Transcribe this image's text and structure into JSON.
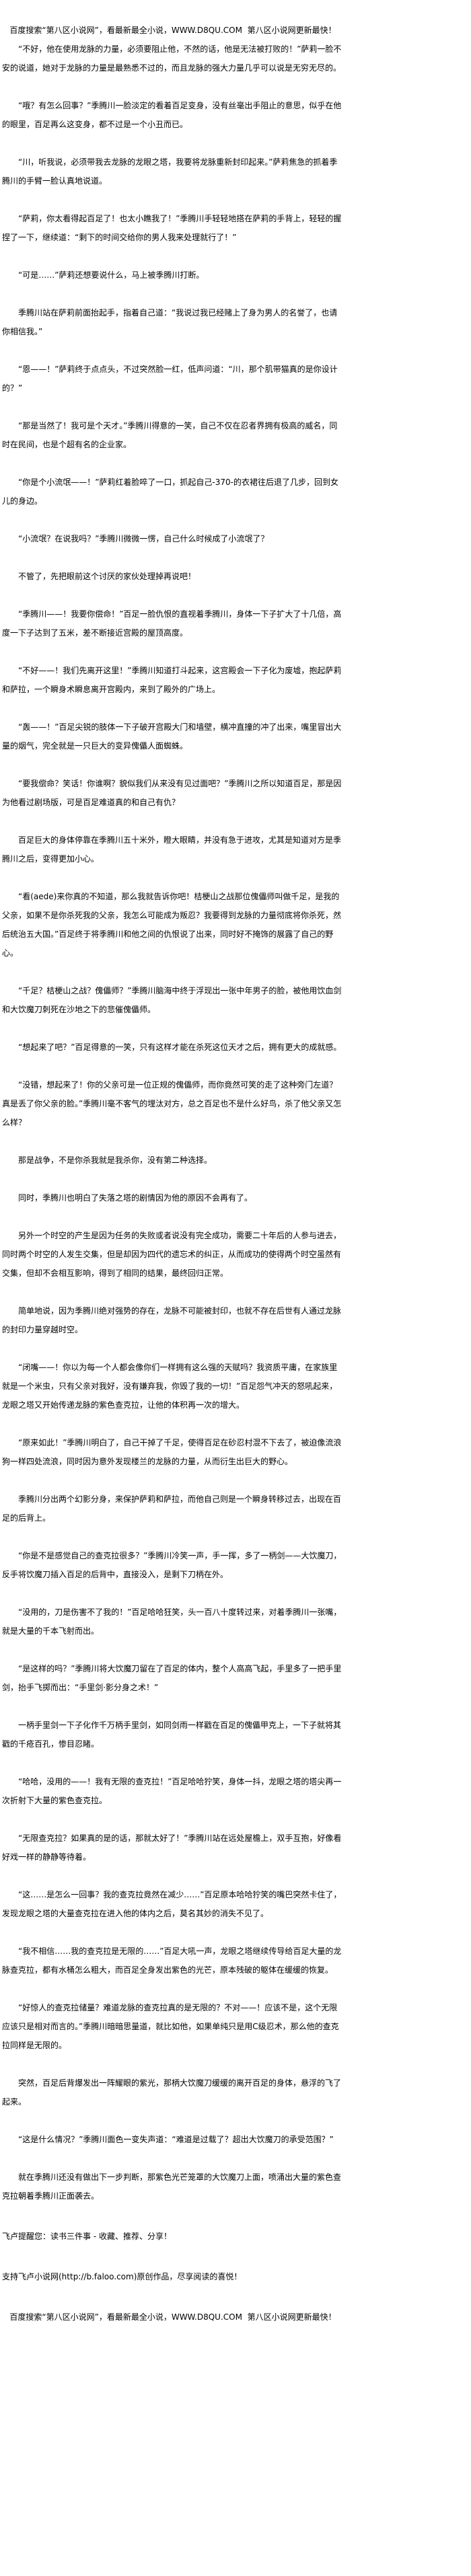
{
  "header": {
    "banner": "百度搜索“第八区小说网”，看最新最全小说，WWW.D8QU.COM  第八区小说网更新最快！"
  },
  "chapter": {
    "paragraphs": [
      "“不好，他在使用龙脉的力量，必须要阻止他，不然的话，他是无法被打败的！”萨莉一脸不安的说道，她对于龙脉的力量是最熟悉不过的，而且龙脉的强大力量几乎可以说是无穷无尽的。",
      "“哦？有怎么回事？”季腾川一脸淡定的看着百足变身，没有丝毫出手阻止的意思，似乎在他的眼里，百足再么这变身，都不过是一个小丑而已。",
      "“川，听我说，必须带我去龙脉的龙眼之塔，我要将龙脉重新封印起来。”萨莉焦急的抓着季腾川的手臂一脸认真地说道。",
      "“萨莉，你太看得起百足了！也太小瞧我了！”季腾川手轻轻地搭在萨莉的手背上，轻轻的握捏了一下，继续道：“剩下的时间交给你的男人我来处理就行了！”",
      "“可是……”萨莉还想要说什么，马上被季腾川打断。",
      "季腾川站在萨莉前面抬起手，指着自己道：“我说过我已经赌上了身为男人的名誉了，也请你相信我。”",
      "“恩——！”萨莉终于点点头，不过突然脸一红，低声问道：“川，那个肌带猫真的是你设计的？”",
      "“那是当然了！我可是个天才。”季腾川得意的一笑，自己不仅在忍者界拥有极高的威名，同时在民间，也是个超有名的企业家。",
      "“你是个小流氓——！”萨莉红着脸啐了一口，抓起自己-370-的衣裙往后退了几步，回到女儿的身边。",
      "“小流氓？在说我吗？”季腾川微微一愣，自己什么时候成了小流氓了？",
      "不管了，先把眼前这个讨厌的家伙处理掉再说吧！",
      "“季腾川——！我要你偿命！”百足一脸仇恨的直视着季腾川，身体一下子扩大了十几倍，高度一下子达到了五米，差不断接近宫殿的屋顶高度。",
      "“不好——！我们先离开这里！”季腾川知道打斗起来，这宫殿会一下子化为废墟，抱起萨莉和萨拉，一个瞬身术瞬息离开宫殿内，来到了殿外的广场上。",
      "“轰——！”百足尖锐的肢体一下子破开宫殿大门和墙壁，横冲直撞的冲了出来，嘴里冒出大量的烟气，完全就是一只巨大的变异傀儡人面蜘蛛。",
      "“要我偿命？笑话！你谁啊？貌似我们从来没有见过面吧？”季腾川之所以知道百足，那是因为他看过剧场版，可是百足难道真的和自己有仇？",
      "百足巨大的身体停靠在季腾川五十米外，瞪大眼睛，并没有急于进攻，尤其是知道对方是季腾川之后，变得更加小心。",
      "“看(aede)来你真的不知道，那么我就告诉你吧！桔梗山之战那位傀儡师叫做千足，是我的父亲，如果不是你杀死我的父亲，我怎么可能成为叛忍？我要得到龙脉的力量彻底将你杀死，然后统治五大国。”百足终于将季腾川和他之间的仇恨说了出来，同时好不掩饰的展露了自己的野心。",
      "“千足？桔梗山之战？傀儡师？”季腾川脑海中终于浮现出一张中年男子的脸，被他用饮血剑和大饮魔刀刺死在沙地之下的悲催傀儡师。",
      "“想起来了吧？”百足得意的一笑，只有这样才能在杀死这位天才之后，拥有更大的成就感。",
      "“没错，想起来了！你的父亲可是一位正规的傀儡师，而你竟然可笑的走了这种旁门左道？真是丢了你父亲的脸。”季腾川毫不客气的埋汰对方，总之百足也不是什么好鸟，杀了他父亲又怎么样？",
      "那是战争，不是你杀我就是我杀你，没有第二种选择。",
      "同时，季腾川也明白了失落之塔的剧情因为他的原因不会再有了。",
      "另外一个时空的产生是因为任务的失败或者说没有完全成功，需要二十年后的人参与进去，同时两个时空的人发生交集，但是却因为四代的遗忘术的纠正，从而成功的使得两个时空虽然有交集，但却不会相互影响，得到了相同的结果，最终回归正常。",
      "简单地说，因为季腾川绝对强势的存在，龙脉不可能被封印，也就不存在后世有人通过龙脉的封印力量穿越时空。",
      "“闭嘴——！你以为每一个人都会像你们一样拥有这么强的天赋吗？我资质平庸，在家族里就是一个米虫，只有父亲对我好，没有嫌弃我，你毁了我的一切！”百足怨气冲天的怒吼起来，龙眼之塔又开始传递龙脉的紫色查克拉，让他的体积再一次的增大。",
      "“原来如此！”季腾川明白了，自己干掉了千足，使得百足在砂忍村混不下去了，被迫像流浪狗一样四处流浪，同时因为意外发现楼兰的龙脉的力量，从而衍生出巨大的野心。",
      "季腾川分出两个幻影分身，来保护萨莉和萨拉，而他自己则是一个瞬身转移过去，出现在百足的后背上。",
      "“你是不是感觉自己的查克拉很多？”季腾川冷笑一声，手一挥，多了一柄剑——大饮魔刀，反手将饮魔刀插入百足的后背中，直接没入，是剩下刀柄在外。",
      "“没用的，刀是伤害不了我的！”百足哈哈狂笑，头一百八十度转过来，对着季腾川一张嘴，就是大量的千本飞射而出。",
      "“是这样的吗？”季腾川将大饮魔刀留在了百足的体内，整个人高高飞起，手里多了一把手里剑，抬手飞掷而出：“手里剑·影分身之术！”",
      "一柄手里剑一下子化作千万柄手里剑，如同剑雨一样戳在百足的傀儡甲克上，一下子就将其戳的千疮百孔，惨目忍睹。",
      "“哈哈，没用的——！我有无限的查克拉！”百足哈哈狞笑，身体一抖，龙眼之塔的塔尖再一次折射下大量的紫色查克拉。",
      "“无限查克拉？如果真的是的话，那就太好了！”季腾川站在远处屋檐上，双手互抱，好像看好戏一样的静静等待着。",
      "“这……是怎么一回事？我的查克拉竟然在减少……”百足原本哈哈狞笑的嘴巴突然卡住了，发现龙眼之塔的大量查克拉在进入他的体内之后，莫名其妙的消失不见了。",
      "“我不相信……我的查克拉是无限的……”百足大吼一声，龙眼之塔继续传导给百足大量的龙脉查克拉，都有水桶怎么粗大，而百足全身发出紫色的光芒，原本残破的躯体在缓缓的恢复。",
      "“好惊人的查克拉储量？难道龙脉的查克拉真的是无限的？不对——！应该不是，这个无限应该只是相对而言的。”季腾川暗暗思量道，就比如他，如果单纯只是用C级忍术，那么他的查克拉同样是无限的。",
      "突然，百足后背爆发出一阵耀眼的紫光，那柄大饮魔刀缓缓的离开百足的身体，悬浮的飞了起来。",
      "“这是什么情况？”季腾川面色一变失声道：“难道是过载了？超出大饮魔刀的承受范围？”",
      "就在季腾川还没有做出下一步判断，那紫色光芒笼罩的大饮魔刀上面，喷涌出大量的紫色查克拉朝着季腾川正面袭去。"
    ]
  },
  "footer": {
    "reminder": "飞卢提醒您：读书三件事 - 收藏、推荐、分享！",
    "support": "支持飞卢小说网(http://b.faloo.com)原创作品，尽享阅读的喜悦！",
    "banner": "百度搜索“第八区小说网”，看最新最全小说，WWW.D8QU.COM  第八区小说网更新最快！"
  }
}
